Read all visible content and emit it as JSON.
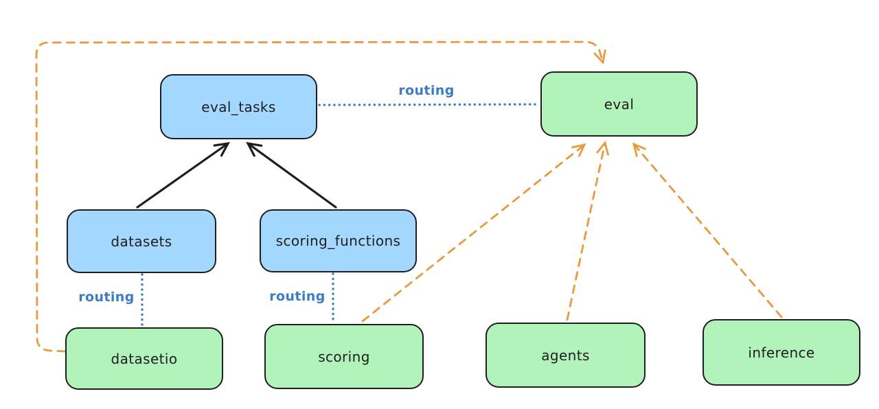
{
  "diagram": {
    "nodes": {
      "eval_tasks": {
        "label": "eval_tasks",
        "category": "blue"
      },
      "eval": {
        "label": "eval",
        "category": "green"
      },
      "datasets": {
        "label": "datasets",
        "category": "blue"
      },
      "scoring_functions": {
        "label": "scoring_functions",
        "category": "blue"
      },
      "datasetio": {
        "label": "datasetio",
        "category": "green"
      },
      "scoring": {
        "label": "scoring",
        "category": "green"
      },
      "agents": {
        "label": "agents",
        "category": "green"
      },
      "inference": {
        "label": "inference",
        "category": "green"
      }
    },
    "edges": [
      {
        "from": "datasets",
        "to": "eval_tasks",
        "style": "solid-arrow",
        "color": "black"
      },
      {
        "from": "scoring_functions",
        "to": "eval_tasks",
        "style": "solid-arrow",
        "color": "black"
      },
      {
        "from": "eval_tasks",
        "to": "eval",
        "style": "dotted",
        "color": "blue",
        "label": "routing"
      },
      {
        "from": "datasets",
        "to": "datasetio",
        "style": "dotted",
        "color": "blue",
        "label": "routing"
      },
      {
        "from": "scoring_functions",
        "to": "scoring",
        "style": "dotted",
        "color": "blue",
        "label": "routing"
      },
      {
        "from": "datasetio",
        "to": "eval",
        "style": "dashed-arrow",
        "color": "orange"
      },
      {
        "from": "scoring",
        "to": "eval",
        "style": "dashed-arrow",
        "color": "orange"
      },
      {
        "from": "agents",
        "to": "eval",
        "style": "dashed-arrow",
        "color": "orange"
      },
      {
        "from": "inference",
        "to": "eval",
        "style": "dashed-arrow",
        "color": "orange"
      }
    ],
    "edge_labels": {
      "eval_tasks_to_eval": "routing",
      "datasets_to_datasetio": "routing",
      "scoring_functions_to_scoring": "routing"
    },
    "colors": {
      "background": "#ffffff",
      "node_border": "#1e1e1e",
      "blue_node_fill": "#a5d8ff",
      "green_node_fill": "#b2f2bb",
      "routing_blue": "#3b7cc4",
      "orange_dashed": "#e9993d",
      "black_arrow": "#1e1e1e"
    }
  }
}
